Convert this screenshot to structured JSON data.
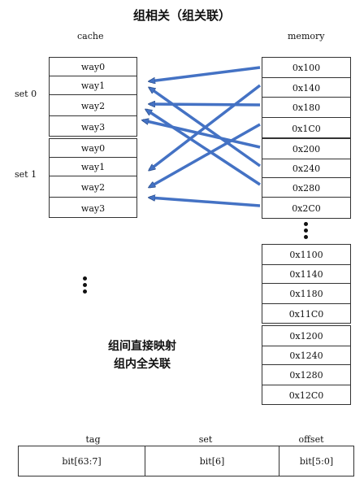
{
  "title": "组相关（组关联）",
  "cache": {
    "label": "cache",
    "sets": [
      {
        "label": "set 0",
        "ways": [
          "way0",
          "way1",
          "way2",
          "way3"
        ]
      },
      {
        "label": "set 1",
        "ways": [
          "way0",
          "way1",
          "way2",
          "way3"
        ]
      }
    ]
  },
  "memory": {
    "label": "memory",
    "group1": [
      "0x100",
      "0x140",
      "0x180",
      "0x1C0"
    ],
    "group2": [
      "0x200",
      "0x240",
      "0x280",
      "0x2C0"
    ],
    "group3": [
      "0x1100",
      "0x1140",
      "0x1180",
      "0x11C0"
    ],
    "group4": [
      "0x1200",
      "0x1240",
      "0x1280",
      "0x12C0"
    ]
  },
  "note": {
    "line1": "组间直接映射",
    "line2": "组内全关联"
  },
  "address": {
    "headers": [
      "tag",
      "set",
      "offset"
    ],
    "cells": [
      "bit[63:7]",
      "bit[6]",
      "bit[5:0]"
    ]
  },
  "colors": {
    "arrow": "#4472c4",
    "arrow_edge": "#2f528f",
    "border": "#333333"
  }
}
